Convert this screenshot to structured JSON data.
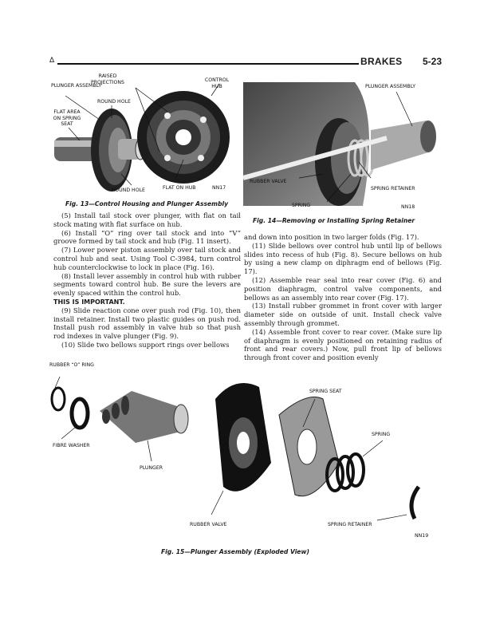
{
  "header": {
    "marker": "Δ",
    "section": "BRAKES",
    "page": "5-23"
  },
  "fig13": {
    "caption": "Fig. 13—Control Housing and Plunger Assembly",
    "code": "NN17",
    "labels": {
      "plunger_assembly": "PLUNGER ASSEMBLY",
      "raised_projections": "RAISED PROJECTIONS",
      "control_hub": "CONTROL HUB",
      "round_hole_top": "ROUND HOLE",
      "flat_area": "FLAT AREA ON SPRING SEAT",
      "round_hole_bottom": "ROUND HOLE",
      "flat_on_hub": "FLAT ON HUB"
    }
  },
  "fig14": {
    "caption": "Fig. 14—Removing or Installing Spring Retainer",
    "code": "NN18",
    "labels": {
      "plunger_assembly": "PLUNGER ASSEMBLY",
      "rubber_valve": "RUBBER VALVE",
      "spring_retainer": "SPRING RETAINER",
      "spring": "SPRING"
    }
  },
  "left_column": {
    "p5": "(5) Install tail stock over plunger, with flat on tail stock mating with flat surface on hub.",
    "p6": "(6) Install “O” ring over tail stock and into “V” groove formed by tail stock and hub (Fig. 11 insert).",
    "p7": "(7) Lower power piston assembly over tail stock and control hub and seat. Using Tool C-3984, turn control hub counterclockwise to lock in place (Fig. 16).",
    "p8": "(8) Install lever assembly in control hub with rubber segments toward control hub. Be sure the levers are evenly spaced within the control hub.",
    "p8_emphasis": "THIS IS IMPORTANT.",
    "p9": "(9) Slide reaction cone over push rod (Fig. 10), then install retainer. Install two plastic guides on push rod. Install push rod assembly in valve hub so that push rod indexes in valve plunger (Fig. 9).",
    "p10": "(10) Slide two bellows support rings over bellows"
  },
  "right_column": {
    "p10_cont": "and down into position in two larger folds (Fig. 17).",
    "p11": "(11) Slide bellows over control hub until lip of bellows slides into recess of hub (Fig. 8). Secure bellows on hub by using a new clamp on diphragm end of bellows (Fig. 17).",
    "p12": "(12) Assemble rear seal into rear cover (Fig. 6) and position diaphragm, control valve components, and bellows as an assembly into rear cover (Fig. 17).",
    "p13": "(13) Install rubber grommet in front cover with larger diameter side on outside of unit. Install check valve assembly through grommet.",
    "p14": "(14) Assemble front cover to rear cover. (Make sure lip of diaphragm is evenly positioned on retaining radius of front and rear covers.) Now, pull front lip of bellows through front cover and position evenly"
  },
  "fig15": {
    "caption": "Fig. 15—Plunger Assembly (Exploded View)",
    "code": "NN19",
    "labels": {
      "rubber_o_ring": "RUBBER “O” RING",
      "fibre_washer": "FIBRE WASHER",
      "plunger": "PLUNGER",
      "rubber_valve": "RUBBER VALVE",
      "spring_seat": "SPRING SEAT",
      "spring": "SPRING",
      "spring_retainer": "SPRING RETAINER"
    }
  }
}
